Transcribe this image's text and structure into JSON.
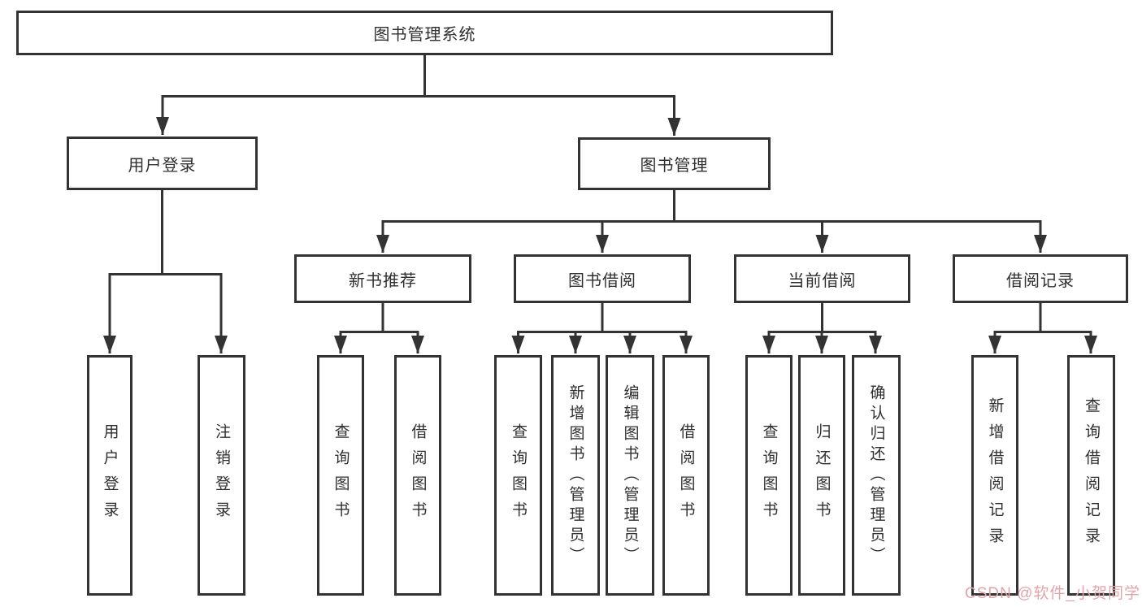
{
  "diagram_title": "图书管理系统",
  "nodes": {
    "root": {
      "label": "图书管理系统"
    },
    "user": {
      "label": "用户登录",
      "children": [
        {
          "label": "用户登录"
        },
        {
          "label": "注销登录"
        }
      ]
    },
    "book": {
      "label": "图书管理",
      "sections": [
        {
          "label": "新书推荐",
          "children": [
            {
              "label": "查询图书"
            },
            {
              "label": "借阅图书"
            }
          ]
        },
        {
          "label": "图书借阅",
          "children": [
            {
              "label": "查询图书"
            },
            {
              "label": "新增图书（管理员）"
            },
            {
              "label": "编辑图书（管理员）"
            },
            {
              "label": "借阅图书"
            }
          ]
        },
        {
          "label": "当前借阅",
          "children": [
            {
              "label": "查询图书"
            },
            {
              "label": "归还图书"
            },
            {
              "label": "确认归还（管理员）"
            }
          ]
        },
        {
          "label": "借阅记录",
          "children": [
            {
              "label": "新增借阅记录"
            },
            {
              "label": "查询借阅记录"
            }
          ]
        }
      ]
    }
  },
  "watermark": {
    "text": "CSDN @软件_小贺同学"
  },
  "colors": {
    "line": "#333333",
    "box_border": "#333333",
    "box_fill": "#ffffff",
    "text": "#2f2f2f",
    "watermark": "#e1a5aa",
    "background": "#ffffff"
  }
}
